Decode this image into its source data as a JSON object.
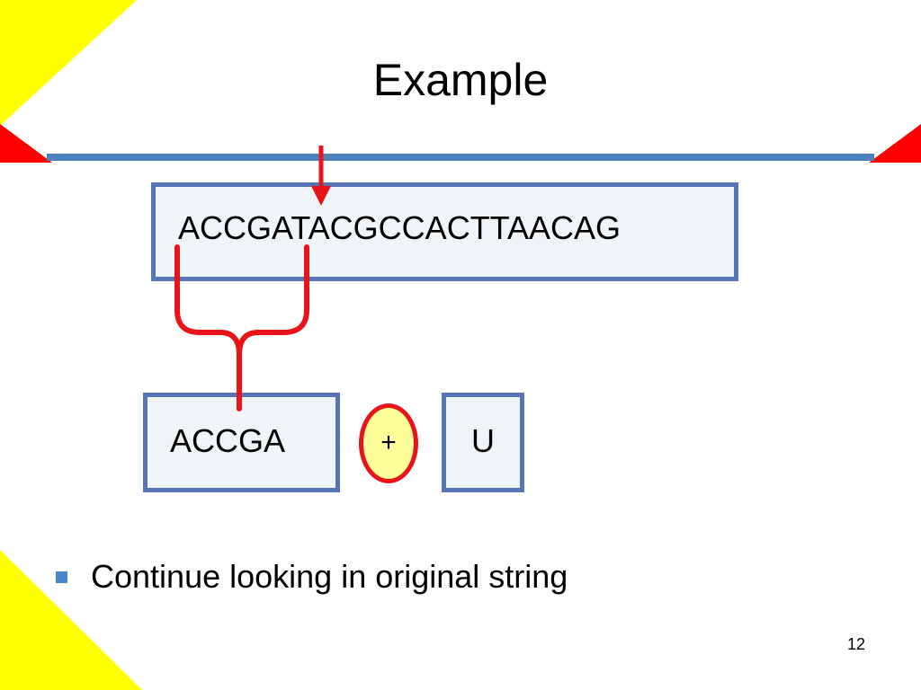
{
  "slide": {
    "title": "Example",
    "sequence": "ACCGATACGCCACTTAACAG",
    "prefix": "ACCGA",
    "operator": "+",
    "next_char": "U",
    "bullet": "Continue looking in original string",
    "page_number": "12"
  },
  "colors": {
    "corner_yellow": "#ffff00",
    "corner_red": "#ff0000",
    "divider_blue": "#4f81bd",
    "box_border": "#5575b6",
    "box_fill": "#f0f4f7",
    "highlight_red": "#e8141a",
    "oval_fill": "#fdfd9a",
    "bullet_blue": "#4a86cf"
  },
  "icons": {
    "pointer": "down-arrow-icon",
    "grouping": "curly-brace-icon",
    "bullet": "square-bullet-icon"
  }
}
